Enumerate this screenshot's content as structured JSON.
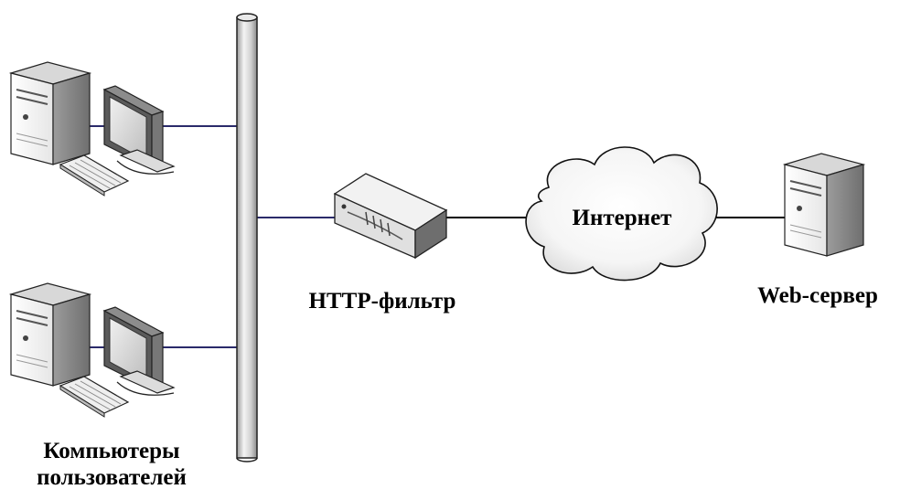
{
  "labels": {
    "users_line1": "Компьютеры",
    "users_line2": "пользователей",
    "filter": "HTTP-фильтр",
    "internet": "Интернет",
    "server": "Web-сервер"
  }
}
